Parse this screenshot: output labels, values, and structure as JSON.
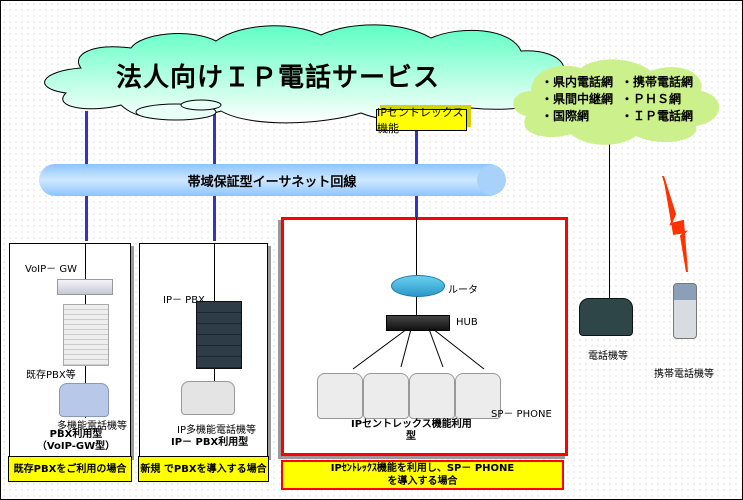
{
  "cloud_main": {
    "title": "法人向けＩＰ電話サービス"
  },
  "centrex_box": {
    "label": "IPセントレックス機能"
  },
  "cloud_public": {
    "items": [
      "・県内電話網",
      "・携帯電話網",
      "・県間中継網",
      "・ＰＨＳ網",
      "・国際網",
      "・ＩＰ電話網"
    ]
  },
  "ethernet_pipe": {
    "label": "帯域保証型イーサネット回線"
  },
  "panel_pbx": {
    "gw_label": "VoIP－ GW",
    "pbx_label": "既存PBX等",
    "phone_label": "多機能電話機等",
    "type_line1": "PBX利用型",
    "type_line2": "（VoIP-GW型）",
    "case_label": "既存PBXをご利用の場合"
  },
  "panel_ippbx": {
    "ippbx_label": "IP－ PBX",
    "phone_label": "IP多機能電話機等",
    "type_label": "IP－ PBX利用型",
    "case_label": "新規 でPBXを導入する場合"
  },
  "panel_centrex": {
    "router_label": "ルータ",
    "hub_label": "HUB",
    "phone_label": "SP－ PHONE",
    "type_line1": "IPセントレックス機能利用",
    "type_line2": "型",
    "case_line1": "IPｾﾝﾄﾚｯｸｽ機能を利用し、SP－ PHONE",
    "case_line2": "を導入する場合"
  },
  "public_devices": {
    "desk_phone_label": "電話機等",
    "mobile_label": "携帯電話機等"
  },
  "colors": {
    "cloud_main": "#7fffd4",
    "cloud_public": "#ccf08c",
    "pipe": "#a8d4ff",
    "link": "#3333cc",
    "highlight_border": "#ff0000",
    "case_label_bg": "#ffff00"
  }
}
